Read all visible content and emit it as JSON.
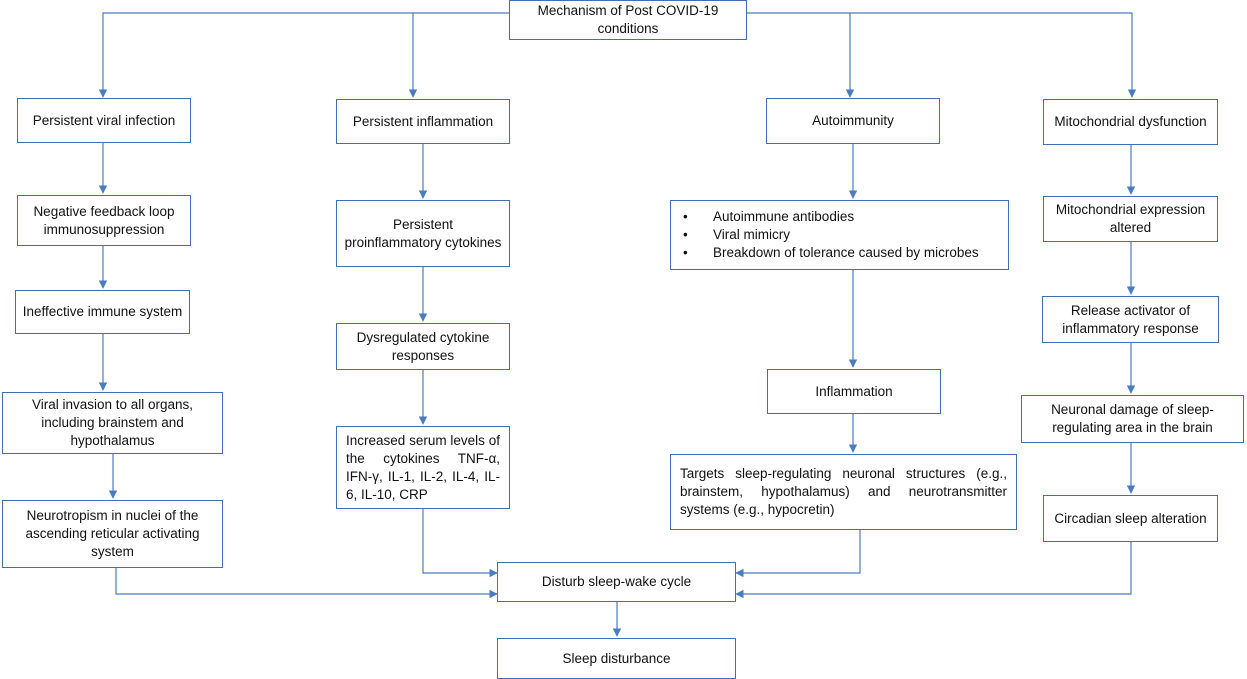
{
  "root": "Mechanism of Post COVID-19 conditions",
  "columns": [
    {
      "id": "viral",
      "head": "Persistent viral infection",
      "steps": [
        "Negative feedback loop immunosuppression",
        "Ineffective immune system",
        "Viral invasion to all organs, including brainstem and hypothalamus",
        "Neurotropism in nuclei of the ascending reticular activating system"
      ]
    },
    {
      "id": "inflammation",
      "head": "Persistent inflammation",
      "steps": [
        "Persistent proinflammatory cytokines",
        "Dysregulated cytokine responses",
        "Increased serum levels of the cytokines TNF-α, IFN-γ, IL-1, IL-2, IL-4, IL-6, IL-10, CRP"
      ]
    },
    {
      "id": "autoimmunity",
      "head": "Autoimmunity",
      "bullets": [
        "Autoimmune antibodies",
        "Viral mimicry",
        "Breakdown of tolerance caused by microbes"
      ],
      "steps": [
        "Inflammation",
        "Targets sleep-regulating neuronal structures (e.g., brainstem, hypothalamus) and neurotransmitter systems (e.g., hypocretin)"
      ]
    },
    {
      "id": "mitochondrial",
      "head": "Mitochondrial dysfunction",
      "steps": [
        "Mitochondrial expression altered",
        "Release activator of inflammatory response",
        "Neuronal damage of sleep-regulating area in the brain",
        "Circadian sleep alteration"
      ]
    }
  ],
  "converge": "Disturb sleep-wake cycle",
  "outcome": "Sleep disturbance",
  "colors": {
    "line": "#4a7cc2",
    "border": "#3f6fb5",
    "text": "#111111"
  }
}
